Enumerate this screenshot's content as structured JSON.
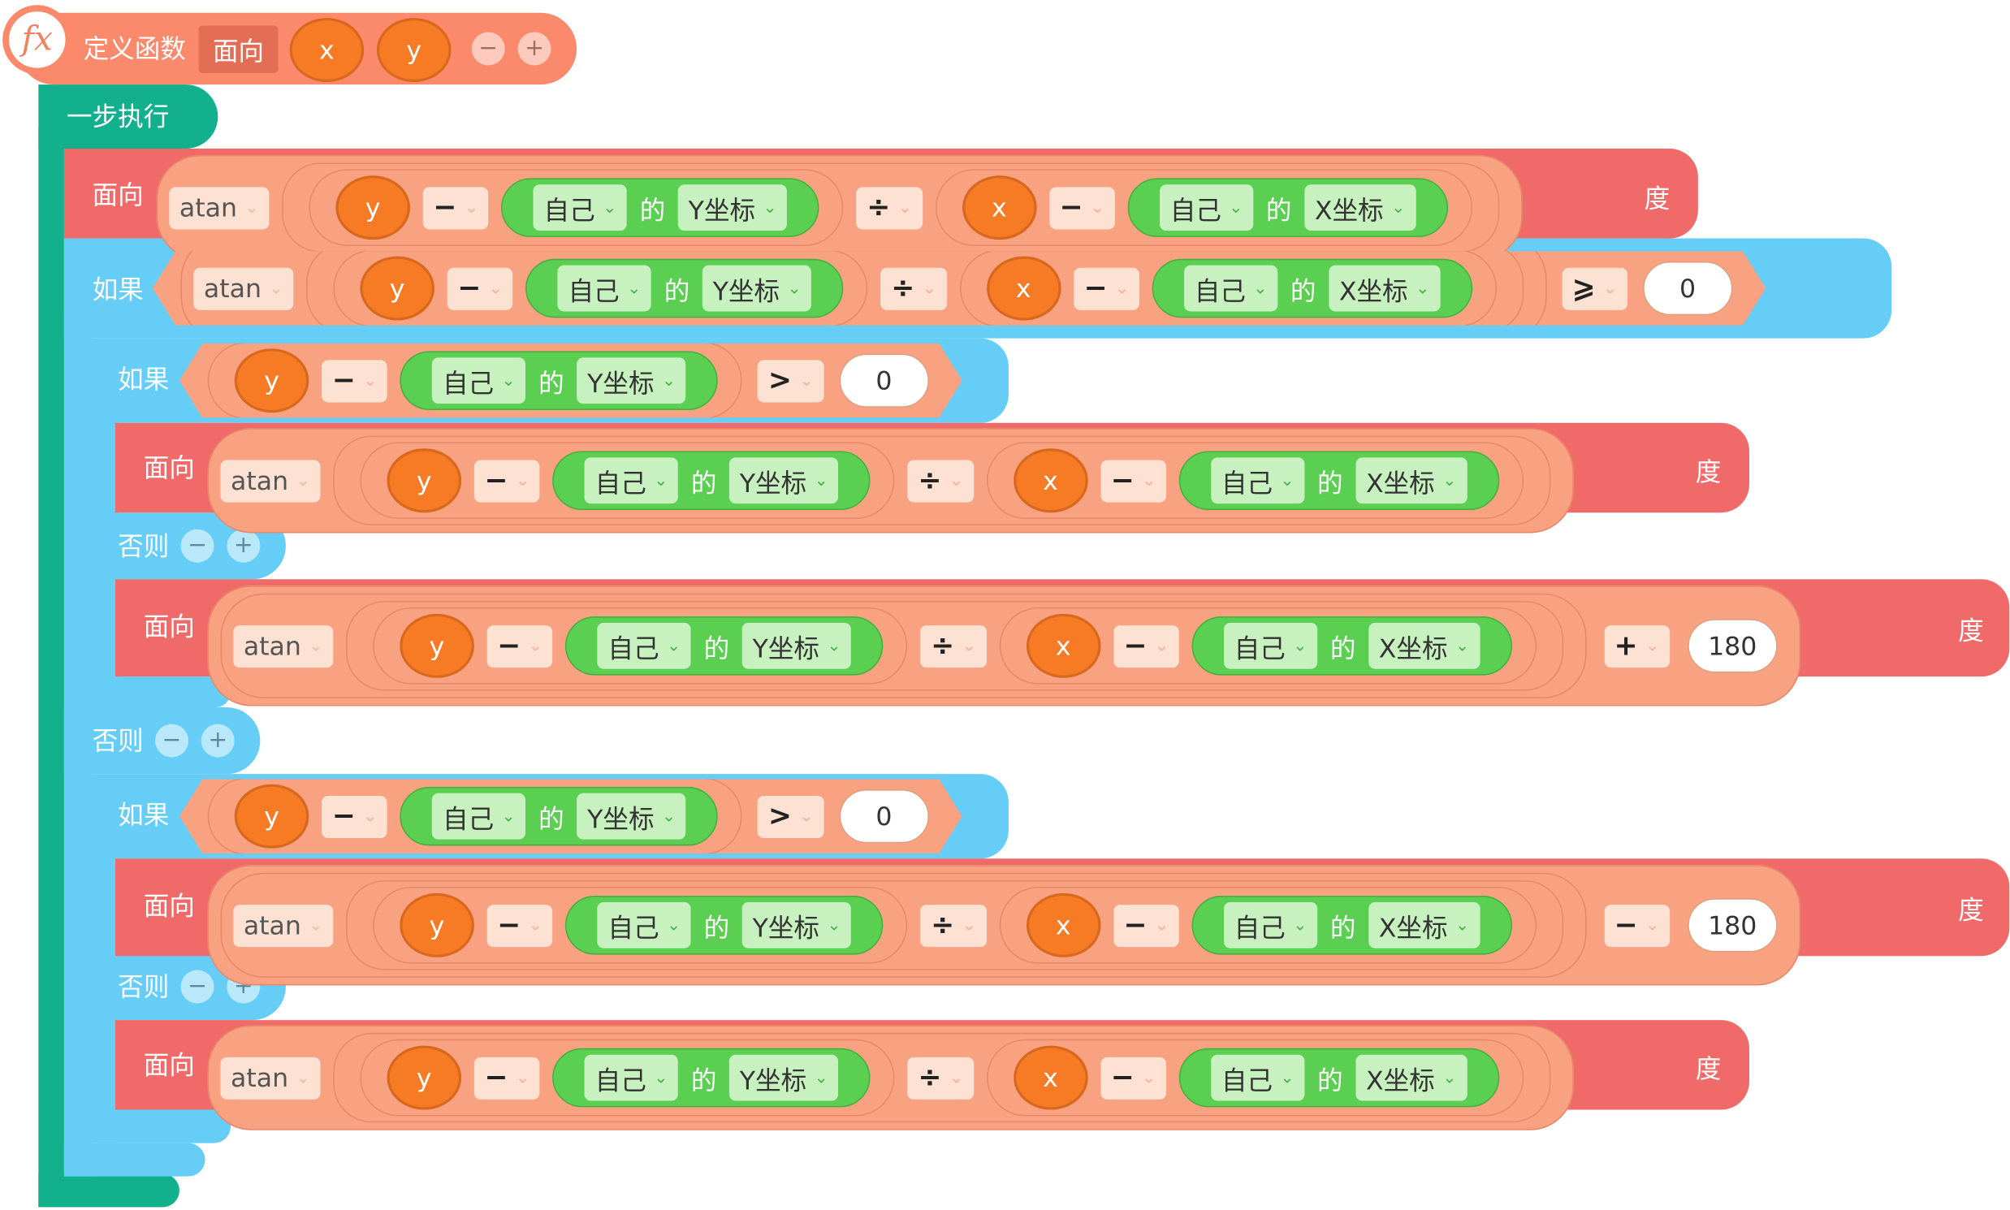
{
  "define": {
    "label": "定义函数",
    "name": "面向",
    "params": [
      "x",
      "y"
    ],
    "fx_icon": "fx",
    "minus": "−",
    "plus": "+"
  },
  "labels": {
    "exec": "一步执行",
    "face": "面向",
    "if": "如果",
    "else": "否则",
    "deg": "度",
    "atan": "atan",
    "x": "x",
    "y": "y",
    "self": "自己",
    "of": "的",
    "ycoord": "Y坐标",
    "xcoord": "X坐标",
    "minus_op": "−",
    "div_op": "÷",
    "gte_op": "⩾",
    "gt_op": ">",
    "plus_op": "+",
    "zero": "0",
    "n180": "180",
    "ctrl_minus": "−",
    "ctrl_plus": "+"
  },
  "colors": {
    "define": "#fb8a6d",
    "teal": "#13b08d",
    "control": "#66cdf7",
    "motion": "#f06a6a",
    "operator": "#f9a281",
    "variable": "#f77a24",
    "sensing": "#5bcf52"
  }
}
